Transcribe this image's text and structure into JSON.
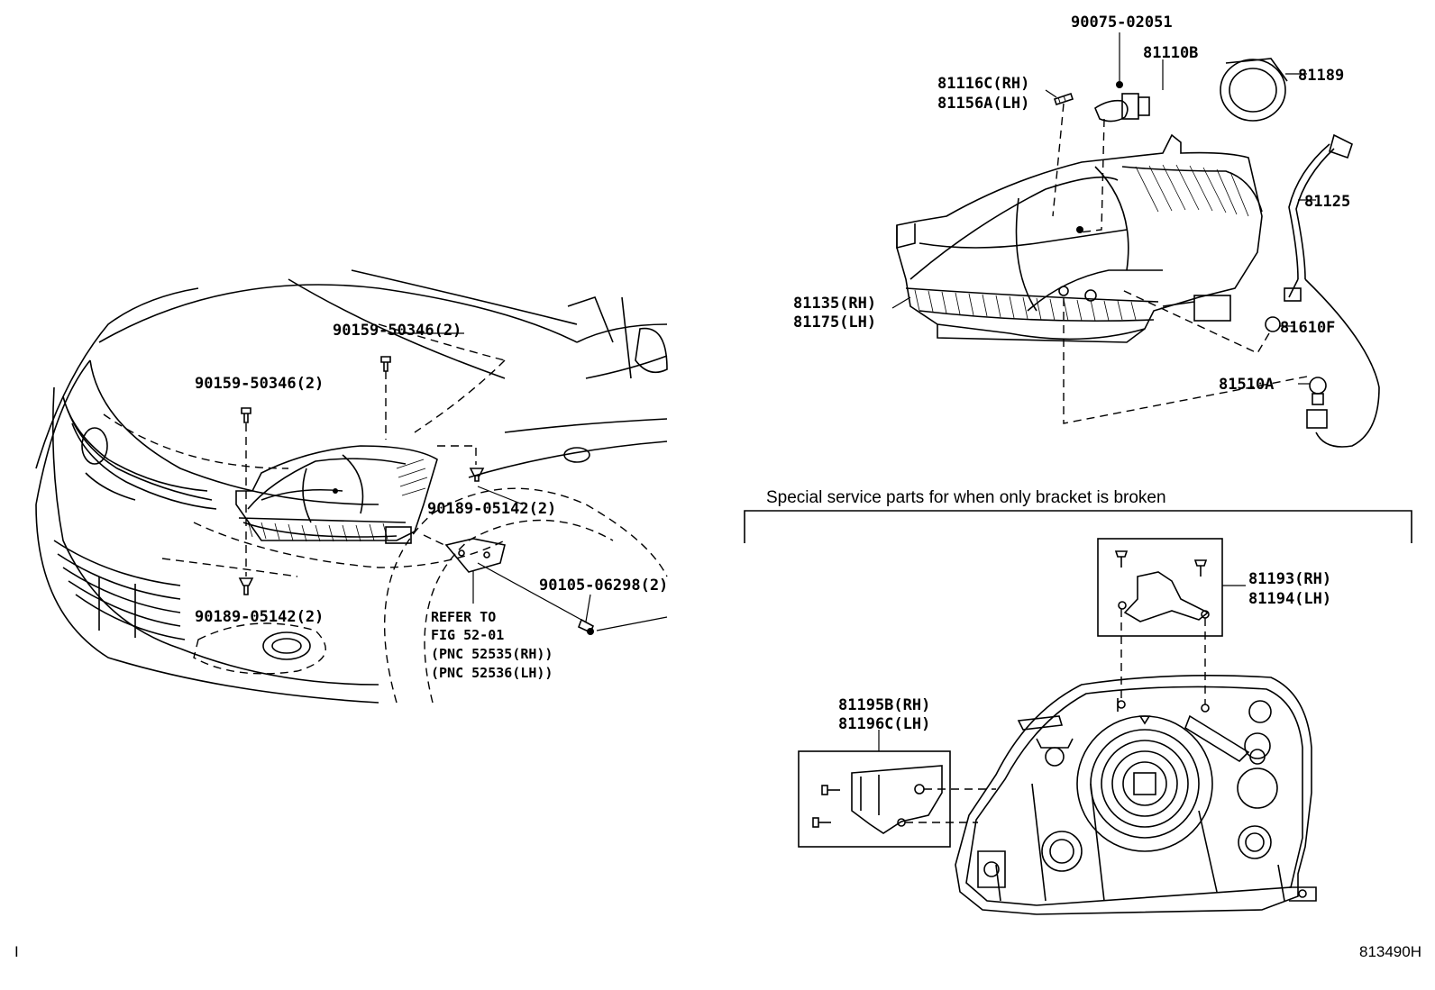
{
  "callouts": {
    "p90075_02051": "90075-02051",
    "p81110b": "81110B",
    "p81189": "81189",
    "p81116c_rh": "81116C(RH)",
    "p81156a_lh": "81156A(LH)",
    "p81125": "81125",
    "p81135_rh": "81135(RH)",
    "p81175_lh": "81175(LH)",
    "p81610f": "81610F",
    "p81510a": "81510A",
    "p90159_50346_top": "90159-50346(2)",
    "p90159_50346_left": "90159-50346(2)",
    "p90189_05142_right": "90189-05142(2)",
    "p90189_05142_bottom": "90189-05142(2)",
    "p90105_06298": "90105-06298(2)",
    "p81193_rh": "81193(RH)",
    "p81194_lh": "81194(LH)",
    "p81195b_rh": "81195B(RH)",
    "p81196c_lh": "81196C(LH)"
  },
  "refer_note": {
    "line1": "REFER TO",
    "line2": "FIG 52-01",
    "line3": "(PNC 52535(RH))",
    "line4": "(PNC 52536(LH))"
  },
  "special_section": {
    "caption": "Special service parts for when only bracket is broken"
  },
  "footer": {
    "left_mark": "I",
    "figure_code": "813490H"
  }
}
